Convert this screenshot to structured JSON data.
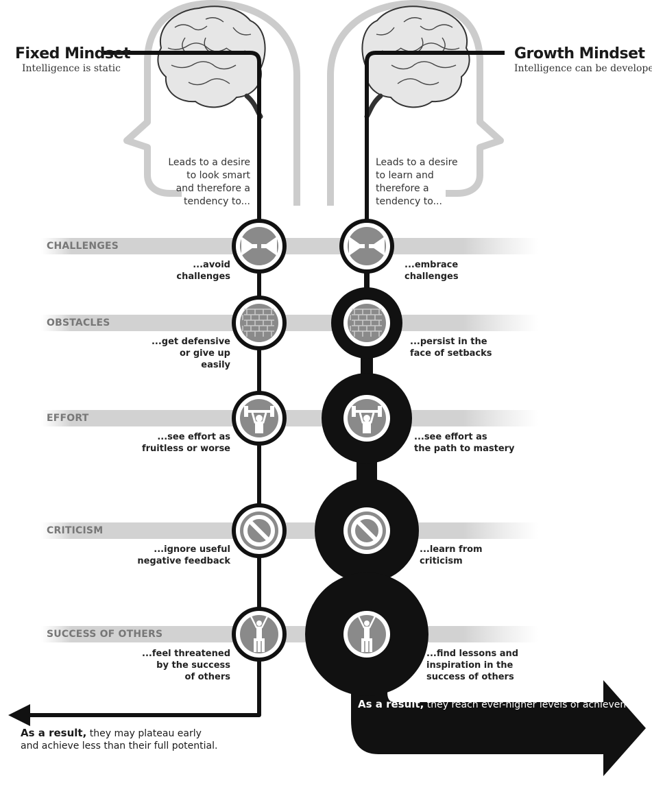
{
  "fixed": {
    "title": "Fixed Mindset",
    "subtitle": "Intelligence is static",
    "lead": [
      "Leads to a desire",
      "to look smart",
      "and therefore a",
      "tendency to..."
    ],
    "result_bold": "As a result,",
    "result_line1": " they may plateau early",
    "result_line2": "and achieve less than their full potential."
  },
  "growth": {
    "title": "Growth Mindset",
    "subtitle": "Intelligence can be developed",
    "lead": [
      "Leads to a desire",
      "to learn and",
      "therefore a",
      "tendency to..."
    ],
    "result_bold": "As a result,",
    "result_rest": " they reach ever-higher levels of achievement."
  },
  "categories": [
    {
      "label": "CHALLENGES",
      "icon": "arrows-inward-icon",
      "fixed": [
        "...avoid",
        "challenges"
      ],
      "growth": [
        "...embrace",
        "challenges"
      ]
    },
    {
      "label": "OBSTACLES",
      "icon": "brick-wall-icon",
      "fixed": [
        "...get defensive",
        "or give up",
        "easily"
      ],
      "growth": [
        "...persist in the",
        "face of setbacks"
      ]
    },
    {
      "label": "EFFORT",
      "icon": "weightlifter-icon",
      "fixed": [
        "...see effort as",
        "fruitless or worse"
      ],
      "growth": [
        "...see effort as",
        "the path to mastery"
      ]
    },
    {
      "label": "CRITICISM",
      "icon": "prohibited-icon",
      "fixed": [
        "...ignore useful",
        "negative feedback"
      ],
      "growth": [
        "...learn from",
        "criticism"
      ]
    },
    {
      "label": "SUCCESS OF OTHERS",
      "icon": "winner-podium-icon",
      "fixed": [
        "...feel threatened",
        "by the success",
        "of others"
      ],
      "growth": [
        "...find lessons and",
        "inspiration in the",
        "success of others"
      ]
    }
  ],
  "colors": {
    "ink": "#111111",
    "icon_gray": "#8a8a8a",
    "band_gray": "#d4d4d4",
    "head_outline": "#c8c8c8"
  }
}
